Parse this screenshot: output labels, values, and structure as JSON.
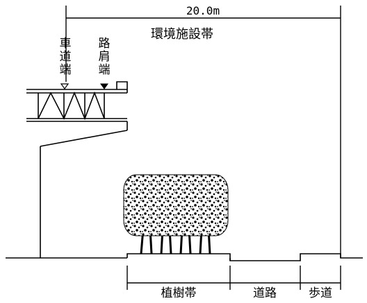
{
  "diagram": {
    "width_dimension": "20.0m",
    "zone_label": "環境施設帯",
    "markers": {
      "carriageway_edge": [
        "車",
        "道",
        "端"
      ],
      "shoulder_edge": [
        "路",
        "肩",
        "端"
      ]
    },
    "bottom_labels": {
      "planting_strip": "植樹帯",
      "road": "道路",
      "sidewalk": "歩道"
    }
  }
}
